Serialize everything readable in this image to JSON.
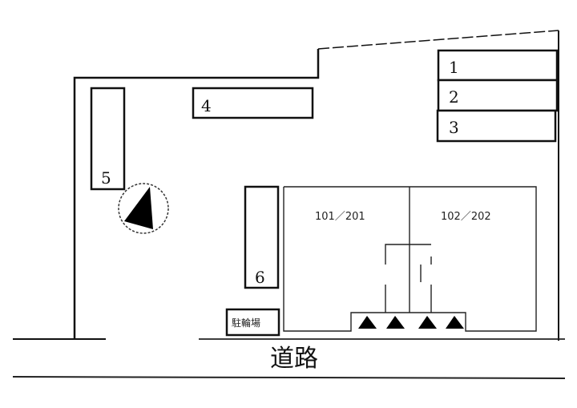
{
  "diagram": {
    "type": "site-plan",
    "parking_spaces": [
      {
        "id": "1",
        "label": "1"
      },
      {
        "id": "2",
        "label": "2"
      },
      {
        "id": "3",
        "label": "3"
      },
      {
        "id": "4",
        "label": "4"
      },
      {
        "id": "5",
        "label": "5"
      },
      {
        "id": "6",
        "label": "6"
      }
    ],
    "units": [
      {
        "label": "101／201"
      },
      {
        "label": "102／202"
      }
    ],
    "bicycle_parking": {
      "label": "駐輪場"
    },
    "road": {
      "label": "道路"
    },
    "compass": {
      "name": "north-arrow"
    },
    "entrances": {
      "count": 4,
      "symbol": "▲"
    }
  }
}
